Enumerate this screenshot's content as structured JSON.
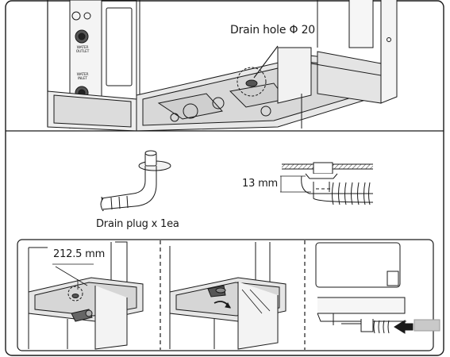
{
  "labels": {
    "drain_hole": "Drain hole Φ 20",
    "drain_plug": "Drain plug x 1ea",
    "height": "13 mm",
    "distance": "212.5 mm",
    "water_outlet": "WATER OUTLET",
    "water_inlet": "WATER INLET"
  },
  "colors": {
    "line": "#1a1a1a",
    "shadow": "#9a9a9a",
    "fill_light": "#eeeeee",
    "fill_mid": "#d4d4d4",
    "fill_dark": "#555555",
    "hose": "#c9c9c9"
  }
}
